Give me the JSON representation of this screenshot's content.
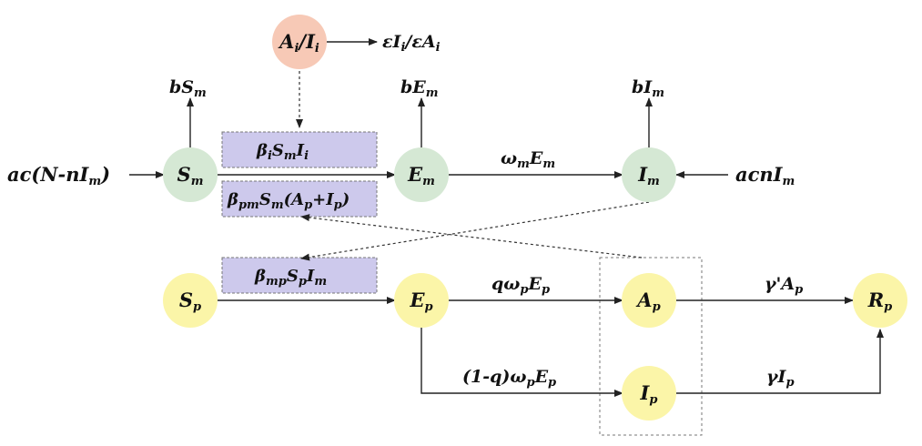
{
  "nodes": {
    "Ai_Ii": {
      "base1": "A",
      "sub1": "i",
      "sep": "/",
      "base2": "I",
      "sub2": "i"
    },
    "Sm": {
      "base": "S",
      "sub": "m"
    },
    "Em": {
      "base": "E",
      "sub": "m"
    },
    "Im": {
      "base": "I",
      "sub": "m"
    },
    "Sp": {
      "base": "S",
      "sub": "p"
    },
    "Ep": {
      "base": "E",
      "sub": "p"
    },
    "Ap": {
      "base": "A",
      "sub": "p"
    },
    "Ip": {
      "base": "I",
      "sub": "p"
    },
    "Rp": {
      "base": "R",
      "sub": "p"
    }
  },
  "labels": {
    "eps": {
      "t1": "εI",
      "s1": "i",
      "t2": "/εA",
      "s2": "i"
    },
    "bSm": {
      "t1": "bS",
      "s1": "m"
    },
    "bEm": {
      "t1": "bE",
      "s1": "m"
    },
    "bIm": {
      "t1": "bI",
      "s1": "m"
    },
    "inflow_m": {
      "t1": "ac(N-nI",
      "s1": "m",
      "t2": ")"
    },
    "acnIm": {
      "t1": "acnI",
      "s1": "m"
    },
    "omegaEm": {
      "t1": "ω",
      "s1": "m",
      "t2": "E",
      "s2": "m"
    },
    "betaI": {
      "t1": "β",
      "s1": "i",
      "t2": "S",
      "s2": "m",
      "t3": "I",
      "s3": "i"
    },
    "betaPM": {
      "t1": "β",
      "s1": "pm",
      "t2": "S",
      "s2": "m",
      "t3": "(A",
      "s3": "p",
      "t4": "+I",
      "s4": "p",
      "t5": ")"
    },
    "betaMP": {
      "t1": "β",
      "s1": "mp",
      "t2": "S",
      "s2": "p",
      "t3": "I",
      "s3": "m"
    },
    "qomega": {
      "t1": "qω",
      "s1": "p",
      "t2": "E",
      "s2": "p"
    },
    "oneminusq": {
      "t1": "(1-q)ω",
      "s1": "p",
      "t2": "E",
      "s2": "p"
    },
    "gammaA": {
      "t1": "γ'A",
      "s1": "p"
    },
    "gammaI": {
      "t1": "γI",
      "s1": "p"
    }
  },
  "colors": {
    "mosquito_nodes": "#d5e8d4",
    "human_nodes": "#fbf5a8",
    "imported_node": "#f7c9b6",
    "rate_boxes": "#cdc9ec"
  }
}
